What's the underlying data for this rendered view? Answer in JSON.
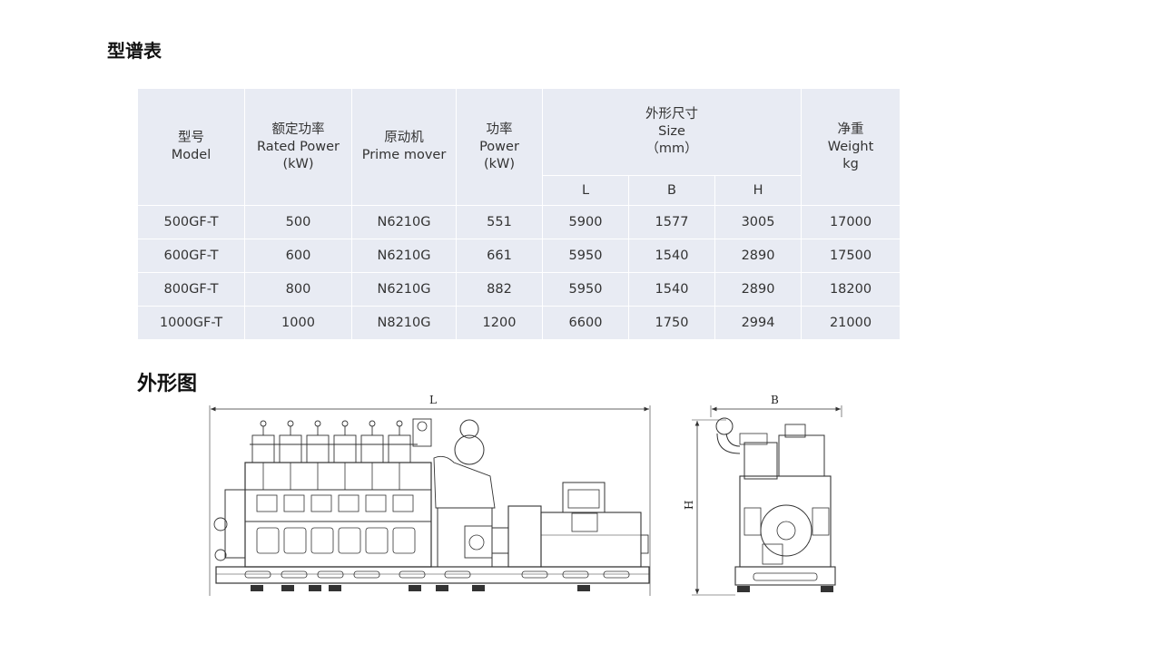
{
  "page": {
    "title": "型谱表",
    "outline_title": "外形图"
  },
  "table": {
    "headers": {
      "model": [
        "型号",
        "Model"
      ],
      "rated_power": [
        "额定功率",
        "Rated Power",
        "(kW)"
      ],
      "prime_mover": [
        "原动机",
        "Prime mover"
      ],
      "power": [
        "功率",
        "Power",
        "(kW)"
      ],
      "size": [
        "外形尺寸",
        "Size",
        "（mm）"
      ],
      "size_sub": [
        "L",
        "B",
        "H"
      ],
      "weight": [
        "净重",
        "Weight",
        "kg"
      ]
    },
    "rows": [
      [
        "500GF-T",
        "500",
        "N6210G",
        "551",
        "5900",
        "1577",
        "3005",
        "17000"
      ],
      [
        "600GF-T",
        "600",
        "N6210G",
        "661",
        "5950",
        "1540",
        "2890",
        "17500"
      ],
      [
        "800GF-T",
        "800",
        "N6210G",
        "882",
        "5950",
        "1540",
        "2890",
        "18200"
      ],
      [
        "1000GF-T",
        "1000",
        "N8210G",
        "1200",
        "6600",
        "1750",
        "2994",
        "21000"
      ]
    ]
  },
  "drawing": {
    "label_length": "L",
    "label_width": "B",
    "label_height": "H"
  }
}
